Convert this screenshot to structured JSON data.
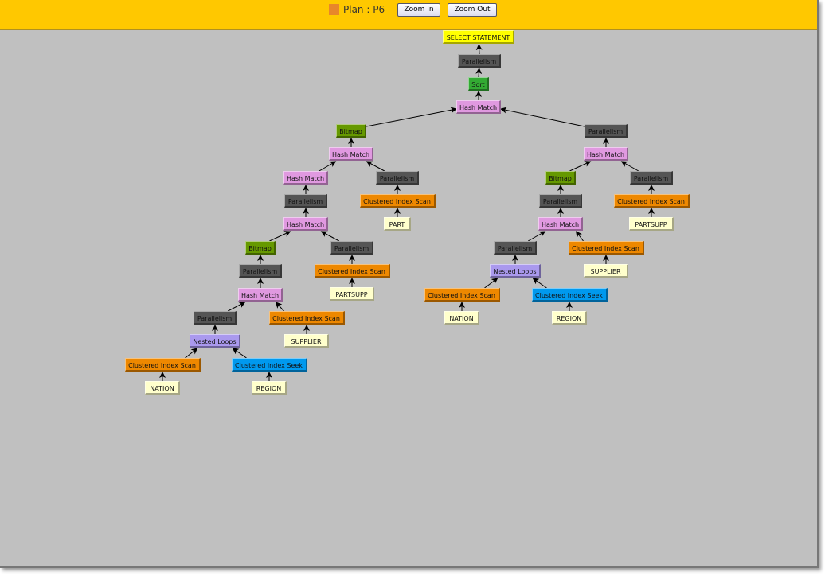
{
  "header": {
    "plan_label": "Plan : P6",
    "zoom_in_label": "Zoom In",
    "zoom_out_label": "Zoom Out",
    "legend_color": "#e8862a"
  },
  "type_colors": {
    "select": "#ffff00",
    "parallelism": "#555555",
    "sort": "#33aa33",
    "hash": "#e099e0",
    "bitmap": "#669900",
    "scan": "#ee8800",
    "table": "#ffffcc",
    "loops": "#aa99ee",
    "seek": "#0099ee"
  },
  "nodes": [
    {
      "label": "SELECT STATEMENT",
      "type": "select"
    },
    {
      "label": "Parallelism",
      "type": "parallelism"
    },
    {
      "label": "Sort",
      "type": "sort"
    },
    {
      "label": "Hash Match",
      "type": "hash"
    },
    {
      "label": "Bitmap",
      "type": "bitmap"
    },
    {
      "label": "Hash Match",
      "type": "hash"
    },
    {
      "label": "Hash Match",
      "type": "hash"
    },
    {
      "label": "Parallelism",
      "type": "parallelism"
    },
    {
      "label": "Parallelism",
      "type": "parallelism"
    },
    {
      "label": "Clustered Index Scan",
      "type": "scan"
    },
    {
      "label": "Hash Match",
      "type": "hash"
    },
    {
      "label": "PART",
      "type": "table"
    },
    {
      "label": "Bitmap",
      "type": "bitmap"
    },
    {
      "label": "Parallelism",
      "type": "parallelism"
    },
    {
      "label": "Parallelism",
      "type": "parallelism"
    },
    {
      "label": "Clustered Index Scan",
      "type": "scan"
    },
    {
      "label": "Hash Match",
      "type": "hash"
    },
    {
      "label": "PARTSUPP",
      "type": "table"
    },
    {
      "label": "Parallelism",
      "type": "parallelism"
    },
    {
      "label": "Clustered Index Scan",
      "type": "scan"
    },
    {
      "label": "Nested Loops",
      "type": "loops"
    },
    {
      "label": "SUPPLIER",
      "type": "table"
    },
    {
      "label": "Clustered Index Scan",
      "type": "scan"
    },
    {
      "label": "Clustered Index Seek",
      "type": "seek"
    },
    {
      "label": "NATION",
      "type": "table"
    },
    {
      "label": "REGION",
      "type": "table"
    },
    {
      "label": "Parallelism",
      "type": "parallelism"
    },
    {
      "label": "Hash Match",
      "type": "hash"
    },
    {
      "label": "Bitmap",
      "type": "bitmap"
    },
    {
      "label": "Parallelism",
      "type": "parallelism"
    },
    {
      "label": "Parallelism",
      "type": "parallelism"
    },
    {
      "label": "Clustered Index Scan",
      "type": "scan"
    },
    {
      "label": "Hash Match",
      "type": "hash"
    },
    {
      "label": "PARTSUPP",
      "type": "table"
    },
    {
      "label": "Parallelism",
      "type": "parallelism"
    },
    {
      "label": "Clustered Index Scan",
      "type": "scan"
    },
    {
      "label": "Nested Loops",
      "type": "loops"
    },
    {
      "label": "SUPPLIER",
      "type": "table"
    },
    {
      "label": "Clustered Index Scan",
      "type": "scan"
    },
    {
      "label": "Clustered Index Seek",
      "type": "seek"
    },
    {
      "label": "NATION",
      "type": "table"
    },
    {
      "label": "REGION",
      "type": "table"
    }
  ],
  "edges": [
    [
      1,
      0
    ],
    [
      2,
      1
    ],
    [
      3,
      2
    ],
    [
      4,
      3
    ],
    [
      26,
      3
    ],
    [
      5,
      4
    ],
    [
      6,
      5
    ],
    [
      7,
      5
    ],
    [
      8,
      6
    ],
    [
      9,
      7
    ],
    [
      10,
      8
    ],
    [
      11,
      9
    ],
    [
      12,
      10
    ],
    [
      13,
      10
    ],
    [
      14,
      12
    ],
    [
      15,
      13
    ],
    [
      16,
      14
    ],
    [
      17,
      15
    ],
    [
      18,
      16
    ],
    [
      19,
      16
    ],
    [
      20,
      18
    ],
    [
      21,
      19
    ],
    [
      22,
      20
    ],
    [
      23,
      20
    ],
    [
      24,
      22
    ],
    [
      25,
      23
    ],
    [
      27,
      26
    ],
    [
      28,
      27
    ],
    [
      29,
      27
    ],
    [
      30,
      28
    ],
    [
      31,
      29
    ],
    [
      32,
      30
    ],
    [
      33,
      31
    ],
    [
      34,
      32
    ],
    [
      35,
      32
    ],
    [
      36,
      34
    ],
    [
      37,
      35
    ],
    [
      38,
      36
    ],
    [
      39,
      36
    ],
    [
      40,
      38
    ],
    [
      41,
      39
    ]
  ]
}
